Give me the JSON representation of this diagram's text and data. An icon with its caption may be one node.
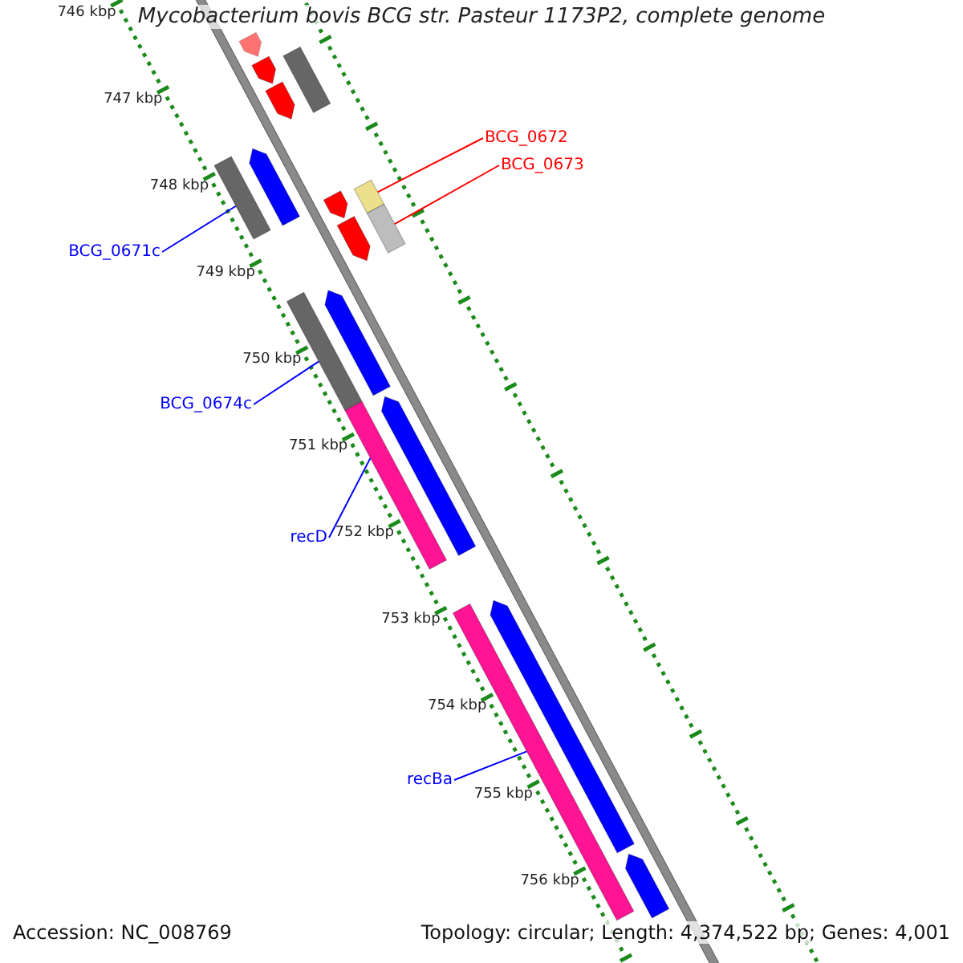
{
  "diagram": {
    "title": "Mycobacterium bovis BCG str. Pasteur 1173P2, complete genome",
    "nodes": [
      {
        "text": [
          "BCG_0672"
        ]
      },
      {
        "text": [
          "BCG_0673"
        ]
      },
      {
        "text": [
          "BCG_0671c"
        ]
      },
      {
        "text": [
          "BCG_0674c"
        ]
      },
      {
        "text": [
          "recD"
        ]
      },
      {
        "text": [
          "recBa"
        ]
      },
      {
        "text": [],
        "shape": "bar"
      },
      {
        "text": [],
        "shape": "bar"
      },
      {
        "text": [],
        "shape": "bar"
      },
      {
        "text": [],
        "shape": "bar"
      },
      {
        "text": [],
        "shape": "bar"
      },
      {
        "text": [],
        "shape": "bar"
      },
      {
        "text": [],
        "shape": "bar"
      },
      {
        "text": [],
        "shape": "bar"
      },
      {
        "text": [],
        "shape": "bar"
      },
      {
        "text": [],
        "shape": "bar"
      },
      {
        "text": [],
        "shape": "bar"
      },
      {
        "text": [],
        "shape": "bar"
      },
      {
        "text": [],
        "shape": "bar"
      },
      {
        "text": [],
        "shape": "bar"
      },
      {
        "text": [],
        "shape": "bar"
      },
      {
        "text": [],
        "shape": "bar"
      },
      {
        "text": [],
        "shape": "bar"
      }
    ],
    "edges": [
      {
        "from": 0,
        "to": 13,
        "arrow": "none",
        "color": "#ff0000"
      },
      {
        "from": 1,
        "to": 15,
        "arrow": "none",
        "color": "#ff0000"
      },
      {
        "from": 2,
        "to": 10,
        "arrow": "none"
      },
      {
        "from": 3,
        "to": 16,
        "arrow": "none"
      },
      {
        "from": 4,
        "to": 18,
        "arrow": "none"
      },
      {
        "from": 5,
        "to": 20,
        "arrow": "none"
      }
    ],
    "labels": [
      "746 kbp",
      "747 kbp",
      "748 kbp",
      "749 kbp",
      "750 kbp",
      "751 kbp",
      "752 kbp",
      "753 kbp",
      "754 kbp",
      "755 kbp",
      "756 kbp",
      "Accession: NC_008769",
      "Topology: circular; Length: 4,374,522 bp; Genes: 4,001"
    ]
  }
}
